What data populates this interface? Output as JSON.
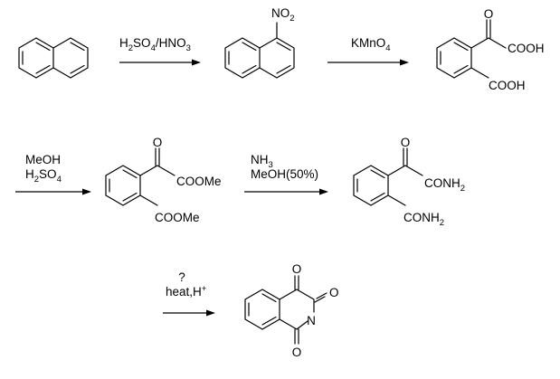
{
  "steps": [
    {
      "reagents": [
        "H2SO4/HNO3"
      ]
    },
    {
      "reagents": [
        "KMnO4"
      ]
    },
    {
      "reagents": [
        "MeOH",
        "H2SO4"
      ]
    },
    {
      "reagents": [
        "NH3",
        "MeOH(50%)"
      ]
    },
    {
      "reagents": [
        "?",
        "heat,H+"
      ]
    }
  ],
  "compounds": [
    {
      "id": "naphthalene",
      "labels": []
    },
    {
      "id": "1-nitronaphthalene",
      "labels": [
        "NO2"
      ]
    },
    {
      "id": "keto-diacid",
      "labels": [
        "O",
        "COOH",
        "COOH"
      ]
    },
    {
      "id": "keto-diester",
      "labels": [
        "O",
        "COOMe",
        "COOMe"
      ]
    },
    {
      "id": "keto-diamide",
      "labels": [
        "O",
        "CONH2",
        "CONH2"
      ]
    },
    {
      "id": "isoquinoline-trione",
      "labels": [
        "O",
        "O",
        "N",
        "O"
      ]
    }
  ]
}
